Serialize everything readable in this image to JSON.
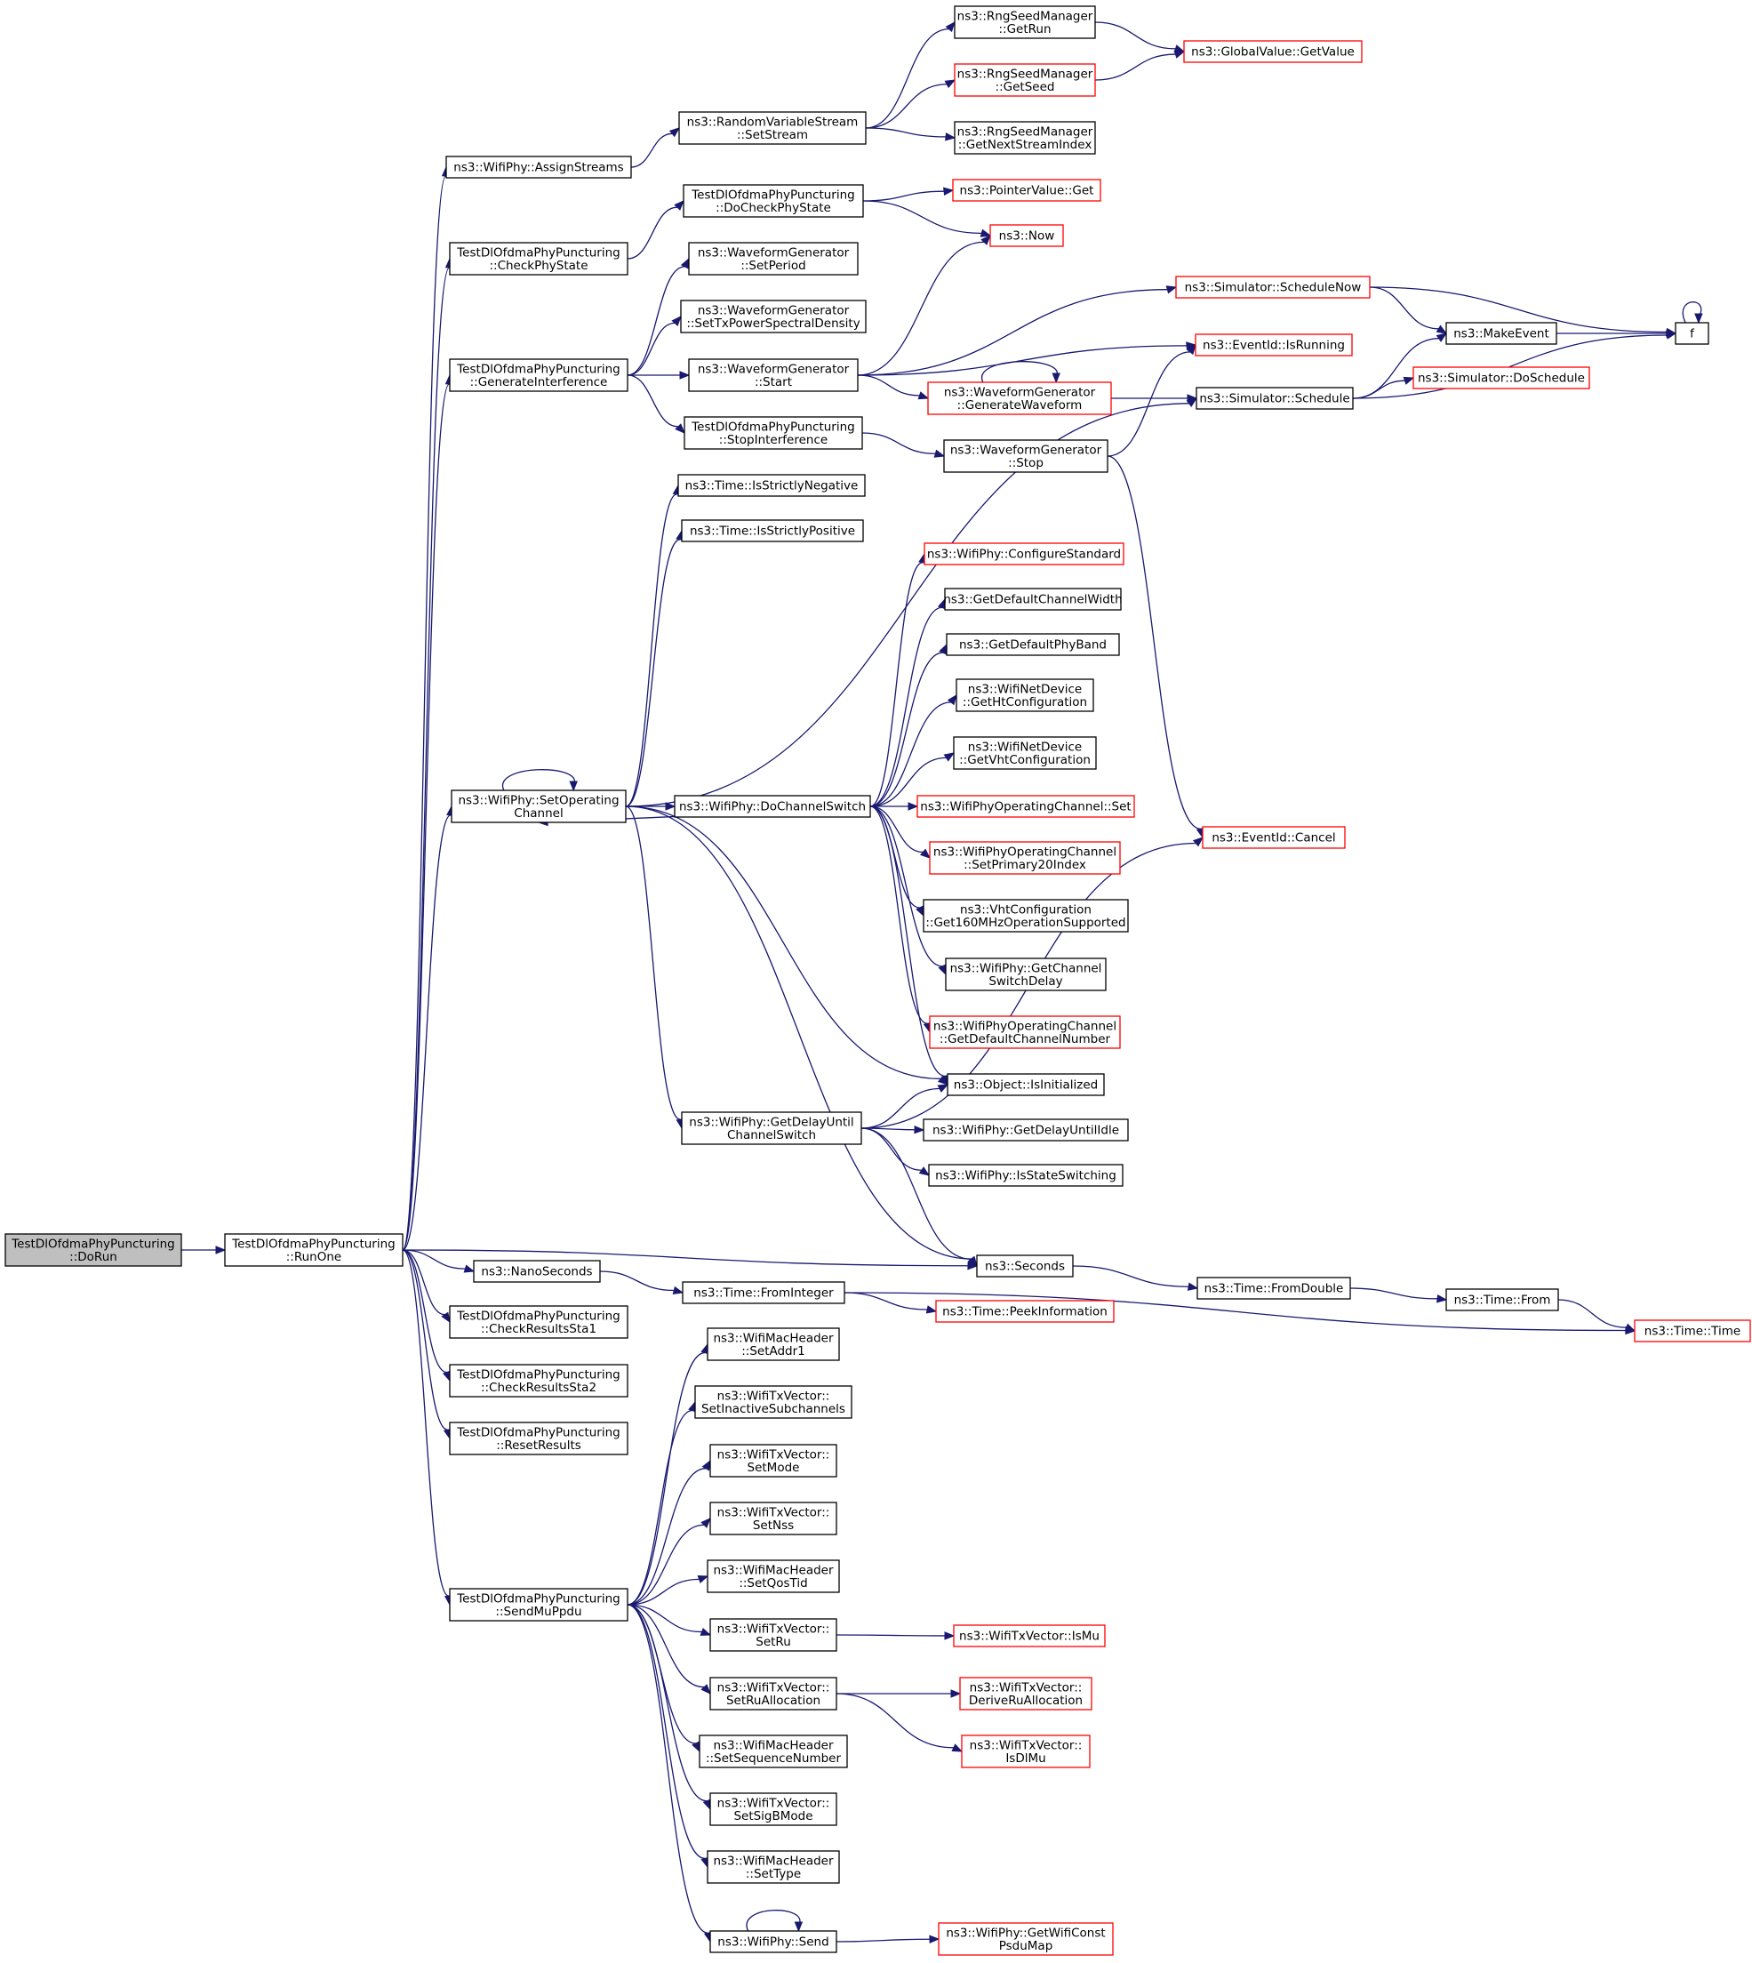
{
  "colors": {
    "edge": "#191970",
    "root_fill": "#bfbfbf",
    "node_fill": "#ffffff",
    "border_black": "#000000",
    "border_red": "#ff0000"
  },
  "nodes": {
    "n00": {
      "lines": [
        "TestDlOfdmaPhyPuncturing",
        "::DoRun"
      ],
      "style": "root"
    },
    "n01": {
      "lines": [
        "TestDlOfdmaPhyPuncturing",
        "::RunOne"
      ],
      "style": "black"
    },
    "n02": {
      "lines": [
        "ns3::WifiPhy::AssignStreams"
      ],
      "style": "black"
    },
    "n03": {
      "lines": [
        "ns3::RandomVariableStream",
        "::SetStream"
      ],
      "style": "black"
    },
    "n04": {
      "lines": [
        "ns3::RngSeedManager",
        "::GetRun"
      ],
      "style": "black"
    },
    "n05": {
      "lines": [
        "ns3::GlobalValue::GetValue"
      ],
      "style": "red"
    },
    "n06": {
      "lines": [
        "ns3::RngSeedManager",
        "::GetSeed"
      ],
      "style": "red"
    },
    "n07": {
      "lines": [
        "ns3::RngSeedManager",
        "::GetNextStreamIndex"
      ],
      "style": "black"
    },
    "n08": {
      "lines": [
        "TestDlOfdmaPhyPuncturing",
        "::DoCheckPhyState"
      ],
      "style": "black"
    },
    "n09": {
      "lines": [
        "ns3::PointerValue::Get"
      ],
      "style": "red"
    },
    "n10": {
      "lines": [
        "ns3::Now"
      ],
      "style": "red"
    },
    "n11": {
      "lines": [
        "TestDlOfdmaPhyPuncturing",
        "::CheckPhyState"
      ],
      "style": "black"
    },
    "n12": {
      "lines": [
        "ns3::WaveformGenerator",
        "::SetPeriod"
      ],
      "style": "black"
    },
    "n13": {
      "lines": [
        "ns3::WaveformGenerator",
        "::SetTxPowerSpectralDensity"
      ],
      "style": "black"
    },
    "n14": {
      "lines": [
        "TestDlOfdmaPhyPuncturing",
        "::GenerateInterference"
      ],
      "style": "black"
    },
    "n15": {
      "lines": [
        "ns3::WaveformGenerator",
        "::Start"
      ],
      "style": "black"
    },
    "n16": {
      "lines": [
        "ns3::Simulator::ScheduleNow"
      ],
      "style": "red"
    },
    "n17": {
      "lines": [
        "ns3::EventId::IsRunning"
      ],
      "style": "red"
    },
    "n18": {
      "lines": [
        "ns3::MakeEvent"
      ],
      "style": "black"
    },
    "n19": {
      "lines": [
        "f"
      ],
      "style": "black"
    },
    "n20": {
      "lines": [
        "ns3::WaveformGenerator",
        "::GenerateWaveform"
      ],
      "style": "red"
    },
    "n21": {
      "lines": [
        "ns3::Simulator::Schedule"
      ],
      "style": "black"
    },
    "n22": {
      "lines": [
        "ns3::Simulator::DoSchedule"
      ],
      "style": "red"
    },
    "n23": {
      "lines": [
        "TestDlOfdmaPhyPuncturing",
        "::StopInterference"
      ],
      "style": "black"
    },
    "n24": {
      "lines": [
        "ns3::WaveformGenerator",
        "::Stop"
      ],
      "style": "black"
    },
    "n25": {
      "lines": [
        "ns3::Time::IsStrictlyNegative"
      ],
      "style": "black"
    },
    "n26": {
      "lines": [
        "ns3::Time::IsStrictlyPositive"
      ],
      "style": "black"
    },
    "n27": {
      "lines": [
        "ns3::WifiPhy::ConfigureStandard"
      ],
      "style": "red"
    },
    "n28": {
      "lines": [
        "ns3::GetDefaultChannelWidth"
      ],
      "style": "black"
    },
    "n29": {
      "lines": [
        "ns3::GetDefaultPhyBand"
      ],
      "style": "black"
    },
    "n30": {
      "lines": [
        "ns3::WifiNetDevice",
        "::GetHtConfiguration"
      ],
      "style": "black"
    },
    "n31": {
      "lines": [
        "ns3::WifiNetDevice",
        "::GetVhtConfiguration"
      ],
      "style": "black"
    },
    "n32": {
      "lines": [
        "ns3::WifiPhy::SetOperating",
        "Channel"
      ],
      "style": "black"
    },
    "n33": {
      "lines": [
        "ns3::WifiPhy::DoChannelSwitch"
      ],
      "style": "black"
    },
    "n34": {
      "lines": [
        "ns3::WifiPhyOperatingChannel::Set"
      ],
      "style": "red"
    },
    "n35": {
      "lines": [
        "ns3::EventId::Cancel"
      ],
      "style": "red"
    },
    "n36": {
      "lines": [
        "ns3::WifiPhyOperatingChannel",
        "::SetPrimary20Index"
      ],
      "style": "red"
    },
    "n37": {
      "lines": [
        "ns3::VhtConfiguration",
        "::Get160MHzOperationSupported"
      ],
      "style": "black"
    },
    "n38": {
      "lines": [
        "ns3::WifiPhy::GetChannel",
        "SwitchDelay"
      ],
      "style": "black"
    },
    "n39": {
      "lines": [
        "ns3::WifiPhyOperatingChannel",
        "::GetDefaultChannelNumber"
      ],
      "style": "red"
    },
    "n40": {
      "lines": [
        "ns3::Object::IsInitialized"
      ],
      "style": "black"
    },
    "n41": {
      "lines": [
        "ns3::WifiPhy::GetDelayUntil",
        "ChannelSwitch"
      ],
      "style": "black"
    },
    "n42": {
      "lines": [
        "ns3::WifiPhy::GetDelayUntilIdle"
      ],
      "style": "black"
    },
    "n43": {
      "lines": [
        "ns3::WifiPhy::IsStateSwitching"
      ],
      "style": "black"
    },
    "n44": {
      "lines": [
        "ns3::Seconds"
      ],
      "style": "black"
    },
    "n45": {
      "lines": [
        "ns3::Time::FromDouble"
      ],
      "style": "black"
    },
    "n46": {
      "lines": [
        "ns3::Time::From"
      ],
      "style": "black"
    },
    "n47": {
      "lines": [
        "ns3::Time::Time"
      ],
      "style": "red"
    },
    "n48": {
      "lines": [
        "ns3::NanoSeconds"
      ],
      "style": "black"
    },
    "n49": {
      "lines": [
        "ns3::Time::FromInteger"
      ],
      "style": "black"
    },
    "n50": {
      "lines": [
        "ns3::Time::PeekInformation"
      ],
      "style": "red"
    },
    "n51": {
      "lines": [
        "TestDlOfdmaPhyPuncturing",
        "::CheckResultsSta1"
      ],
      "style": "black"
    },
    "n52": {
      "lines": [
        "ns3::WifiMacHeader",
        "::SetAddr1"
      ],
      "style": "black"
    },
    "n53": {
      "lines": [
        "TestDlOfdmaPhyPuncturing",
        "::CheckResultsSta2"
      ],
      "style": "black"
    },
    "n54": {
      "lines": [
        "ns3::WifiTxVector::",
        "SetInactiveSubchannels"
      ],
      "style": "black"
    },
    "n55": {
      "lines": [
        "TestDlOfdmaPhyPuncturing",
        "::ResetResults"
      ],
      "style": "black"
    },
    "n56": {
      "lines": [
        "ns3::WifiTxVector::",
        "SetMode"
      ],
      "style": "black"
    },
    "n57": {
      "lines": [
        "ns3::WifiTxVector::",
        "SetNss"
      ],
      "style": "black"
    },
    "n58": {
      "lines": [
        "ns3::WifiMacHeader",
        "::SetQosTid"
      ],
      "style": "black"
    },
    "n59": {
      "lines": [
        "TestDlOfdmaPhyPuncturing",
        "::SendMuPpdu"
      ],
      "style": "black"
    },
    "n60": {
      "lines": [
        "ns3::WifiTxVector::",
        "SetRu"
      ],
      "style": "black"
    },
    "n61": {
      "lines": [
        "ns3::WifiTxVector::IsMu"
      ],
      "style": "red"
    },
    "n62": {
      "lines": [
        "ns3::WifiTxVector::",
        "SetRuAllocation"
      ],
      "style": "black"
    },
    "n63": {
      "lines": [
        "ns3::WifiTxVector::",
        "DeriveRuAllocation"
      ],
      "style": "red"
    },
    "n64": {
      "lines": [
        "ns3::WifiTxVector::",
        "IsDlMu"
      ],
      "style": "red"
    },
    "n65": {
      "lines": [
        "ns3::WifiMacHeader",
        "::SetSequenceNumber"
      ],
      "style": "black"
    },
    "n66": {
      "lines": [
        "ns3::WifiTxVector::",
        "SetSigBMode"
      ],
      "style": "black"
    },
    "n67": {
      "lines": [
        "ns3::WifiMacHeader",
        "::SetType"
      ],
      "style": "black"
    },
    "n68": {
      "lines": [
        "ns3::WifiPhy::Send"
      ],
      "style": "black"
    },
    "n69": {
      "lines": [
        "ns3::WifiPhy::GetWifiConst",
        "PsduMap"
      ],
      "style": "red"
    }
  },
  "edges": [
    [
      "n00",
      "n01"
    ],
    [
      "n01",
      "n02"
    ],
    [
      "n01",
      "n11"
    ],
    [
      "n01",
      "n14"
    ],
    [
      "n01",
      "n32"
    ],
    [
      "n01",
      "n44"
    ],
    [
      "n01",
      "n48"
    ],
    [
      "n01",
      "n51"
    ],
    [
      "n01",
      "n53"
    ],
    [
      "n01",
      "n55"
    ],
    [
      "n01",
      "n59"
    ],
    [
      "n02",
      "n03"
    ],
    [
      "n03",
      "n04"
    ],
    [
      "n03",
      "n06"
    ],
    [
      "n03",
      "n07"
    ],
    [
      "n04",
      "n05"
    ],
    [
      "n06",
      "n05"
    ],
    [
      "n11",
      "n08"
    ],
    [
      "n08",
      "n09"
    ],
    [
      "n08",
      "n10"
    ],
    [
      "n14",
      "n12"
    ],
    [
      "n14",
      "n13"
    ],
    [
      "n14",
      "n15"
    ],
    [
      "n14",
      "n23"
    ],
    [
      "n15",
      "n10"
    ],
    [
      "n15",
      "n16"
    ],
    [
      "n15",
      "n17"
    ],
    [
      "n15",
      "n20"
    ],
    [
      "n16",
      "n18"
    ],
    [
      "n16",
      "n19"
    ],
    [
      "n18",
      "n19"
    ],
    [
      "n19",
      "n19"
    ],
    [
      "n20",
      "n20"
    ],
    [
      "n20",
      "n21"
    ],
    [
      "n21",
      "n18"
    ],
    [
      "n21",
      "n22"
    ],
    [
      "n21",
      "n19"
    ],
    [
      "n23",
      "n24"
    ],
    [
      "n24",
      "n17"
    ],
    [
      "n24",
      "n35"
    ],
    [
      "n32",
      "n32"
    ],
    [
      "n32",
      "n25"
    ],
    [
      "n32",
      "n26"
    ],
    [
      "n32",
      "n21"
    ],
    [
      "n32",
      "n33"
    ],
    [
      "n32",
      "n40"
    ],
    [
      "n32",
      "n41"
    ],
    [
      "n32",
      "n44"
    ],
    [
      "n33",
      "n27"
    ],
    [
      "n33",
      "n28"
    ],
    [
      "n33",
      "n29"
    ],
    [
      "n33",
      "n30"
    ],
    [
      "n33",
      "n31"
    ],
    [
      "n33",
      "n34"
    ],
    [
      "n33",
      "n36"
    ],
    [
      "n33",
      "n37"
    ],
    [
      "n33",
      "n38"
    ],
    [
      "n33",
      "n39"
    ],
    [
      "n33",
      "n40"
    ],
    [
      "n33",
      "n32"
    ],
    [
      "n41",
      "n40"
    ],
    [
      "n41",
      "n42"
    ],
    [
      "n41",
      "n43"
    ],
    [
      "n41",
      "n35"
    ],
    [
      "n41",
      "n44"
    ],
    [
      "n44",
      "n45"
    ],
    [
      "n45",
      "n46"
    ],
    [
      "n46",
      "n47"
    ],
    [
      "n48",
      "n49"
    ],
    [
      "n49",
      "n50"
    ],
    [
      "n49",
      "n47"
    ],
    [
      "n59",
      "n52"
    ],
    [
      "n59",
      "n54"
    ],
    [
      "n59",
      "n56"
    ],
    [
      "n59",
      "n57"
    ],
    [
      "n59",
      "n58"
    ],
    [
      "n59",
      "n60"
    ],
    [
      "n59",
      "n62"
    ],
    [
      "n59",
      "n65"
    ],
    [
      "n59",
      "n66"
    ],
    [
      "n59",
      "n67"
    ],
    [
      "n59",
      "n68"
    ],
    [
      "n60",
      "n61"
    ],
    [
      "n62",
      "n63"
    ],
    [
      "n62",
      "n64"
    ],
    [
      "n68",
      "n68"
    ],
    [
      "n68",
      "n69"
    ]
  ]
}
